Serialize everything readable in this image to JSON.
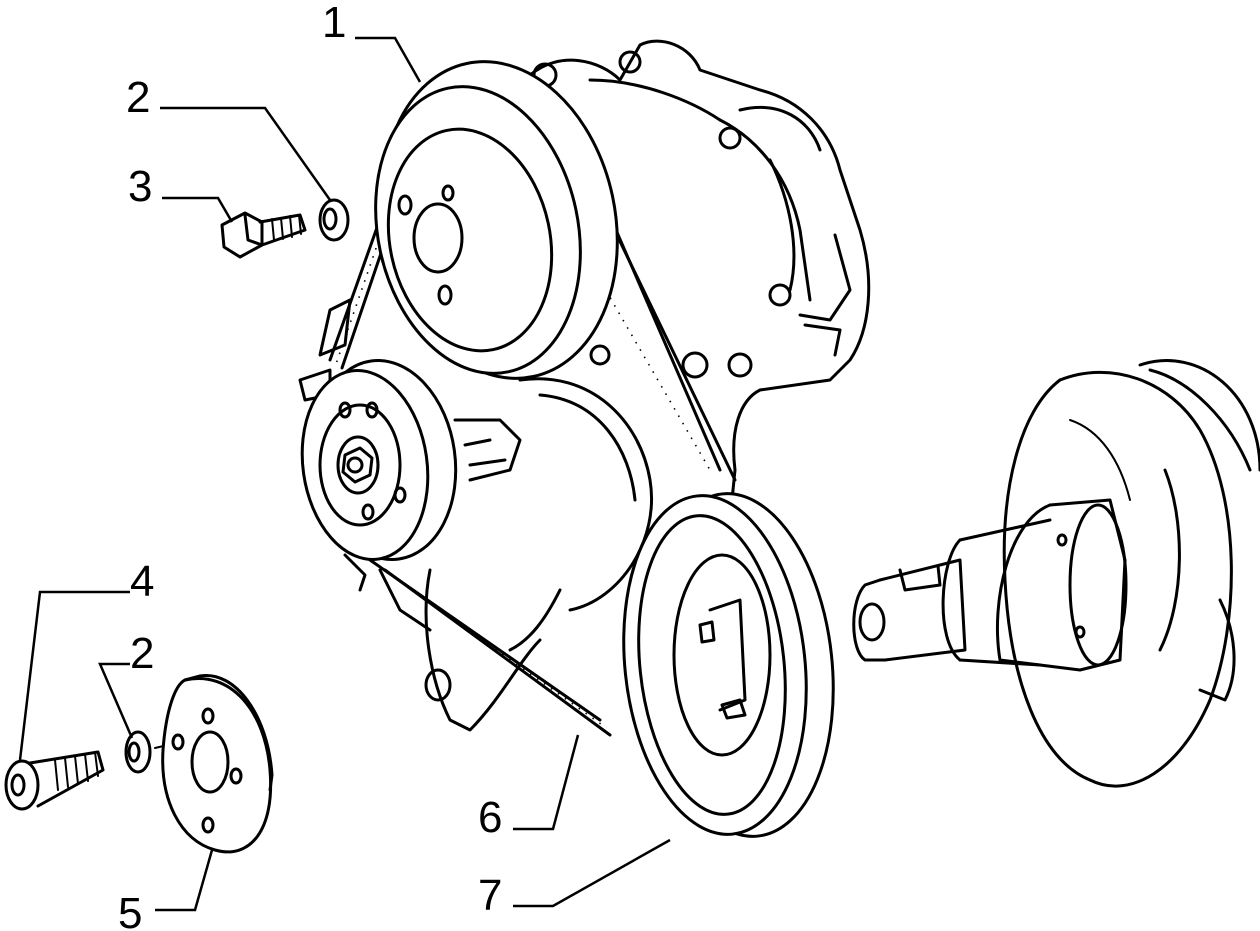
{
  "callouts": [
    {
      "id": "1",
      "text": "1"
    },
    {
      "id": "2a",
      "text": "2"
    },
    {
      "id": "3",
      "text": "3"
    },
    {
      "id": "4",
      "text": "4"
    },
    {
      "id": "2b",
      "text": "2"
    },
    {
      "id": "5",
      "text": "5"
    },
    {
      "id": "6",
      "text": "6"
    },
    {
      "id": "7",
      "text": "7"
    }
  ]
}
